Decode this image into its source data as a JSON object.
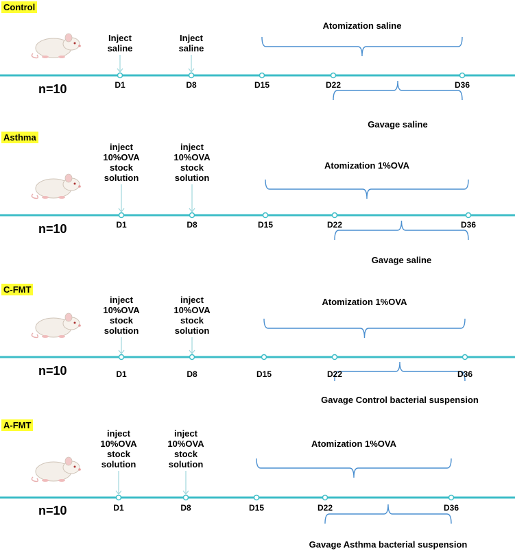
{
  "colors": {
    "timeline": "#3cbdc7",
    "brace": "#4a8fd0",
    "highlight": "#ffff33",
    "marker_fill": "#ffffff"
  },
  "panels": [
    {
      "group": "Control",
      "n": "n=10",
      "injections": [
        {
          "day": "D1",
          "text": "Inject\nsaline"
        },
        {
          "day": "D8",
          "text": "Inject\nsaline"
        }
      ],
      "days": [
        "D1",
        "D8",
        "D15",
        "D22",
        "D36"
      ],
      "top_brace": {
        "label": "Atomization saline",
        "from": "D15",
        "to": "D36"
      },
      "bottom_brace": {
        "label": "Gavage saline",
        "from": "D22",
        "to": "D36"
      }
    },
    {
      "group": "Asthma",
      "n": "n=10",
      "injections": [
        {
          "day": "D1",
          "text": "inject\n10%OVA\nstock\nsolution"
        },
        {
          "day": "D8",
          "text": "inject\n10%OVA\nstock\nsolution"
        }
      ],
      "days": [
        "D1",
        "D8",
        "D15",
        "D22",
        "D36"
      ],
      "top_brace": {
        "label": "Atomization 1%OVA",
        "from": "D15",
        "to": "D36"
      },
      "bottom_brace": {
        "label": "Gavage saline",
        "from": "D22",
        "to": "D36"
      }
    },
    {
      "group": "C-FMT",
      "n": "n=10",
      "injections": [
        {
          "day": "D1",
          "text": "inject\n10%OVA\nstock\nsolution"
        },
        {
          "day": "D8",
          "text": "inject\n10%OVA\nstock\nsolution"
        }
      ],
      "days": [
        "D1",
        "D8",
        "D15",
        "D22",
        "D36"
      ],
      "top_brace": {
        "label": "Atomization 1%OVA",
        "from": "D15",
        "to": "D36"
      },
      "bottom_brace": {
        "label": "Gavage Control bacterial suspension",
        "from": "D22",
        "to": "D36"
      }
    },
    {
      "group": "A-FMT",
      "n": "n=10",
      "injections": [
        {
          "day": "D1",
          "text": "inject\n10%OVA\nstock\nsolution"
        },
        {
          "day": "D8",
          "text": "inject\n10%OVA\nstock\nsolution"
        }
      ],
      "days": [
        "D1",
        "D8",
        "D15",
        "D22",
        "D36"
      ],
      "top_brace": {
        "label": "Atomization 1%OVA",
        "from": "D15",
        "to": "D36"
      },
      "bottom_brace": {
        "label": "Gavage Asthma bacterial suspension",
        "from": "D22",
        "to": "D36"
      }
    }
  ]
}
